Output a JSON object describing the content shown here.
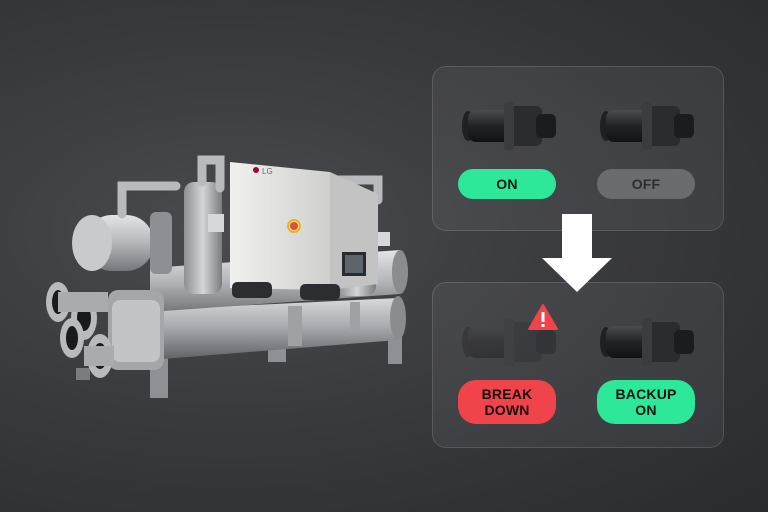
{
  "scene": {
    "chiller_brand": "LG",
    "before": {
      "compressor_1": {
        "status_label": "ON",
        "state": "running",
        "color": "#2ee89a"
      },
      "compressor_2": {
        "status_label": "OFF",
        "state": "standby",
        "color": "#6b6c70"
      }
    },
    "after": {
      "compressor_1": {
        "status_label": "BREAK DOWN",
        "state": "failed",
        "color": "#f0444a",
        "alert_icon": "warning-icon"
      },
      "compressor_2": {
        "status_label": "BACKUP ON",
        "state": "running",
        "color": "#2ee89a"
      }
    },
    "transition_icon": "arrow-down-icon"
  }
}
